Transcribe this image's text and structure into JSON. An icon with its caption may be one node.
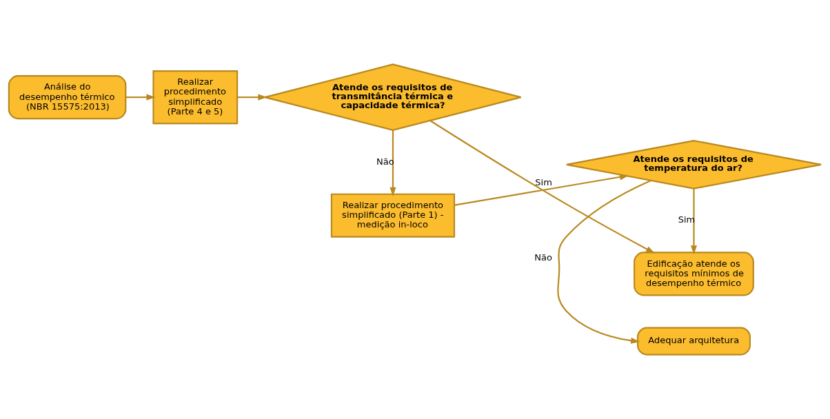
{
  "diagram": {
    "nodes": [
      {
        "text": [
          "Análise do desempenho térmico (NBR 15575:2013)"
        ]
      },
      {
        "text": [
          "Realizar procedimento simplificado (Parte 4 e 5)"
        ]
      },
      {
        "text": [
          "Realizar procedimento simplificado (Parte 1) - medição in-loco"
        ]
      },
      {
        "text": [
          "Adequar arquitetura"
        ]
      },
      {
        "text": [
          "Atende os requisitos de temperatura do ar?"
        ]
      },
      {
        "text": [
          "Atende os requisitos de transmitância térmica e capacidade térmica?"
        ]
      },
      {
        "text": [
          "Edificação atende os requisitos mínimos de desempenho térmico"
        ]
      }
    ],
    "edges": [
      {
        "from": 0,
        "to": 1,
        "arrow": "to"
      },
      {
        "from": 1,
        "to": 5,
        "arrow": "to"
      },
      {
        "from": 5,
        "to": 2,
        "arrow": "to",
        "label": "Não"
      },
      {
        "from": 5,
        "to": 6,
        "arrow": "to",
        "label": "Sim"
      },
      {
        "from": 2,
        "to": 4,
        "arrow": "to"
      },
      {
        "from": 4,
        "to": 3,
        "arrow": "to",
        "label": "Não"
      },
      {
        "from": 4,
        "to": 6,
        "arrow": "to",
        "label": "Sim"
      }
    ]
  }
}
